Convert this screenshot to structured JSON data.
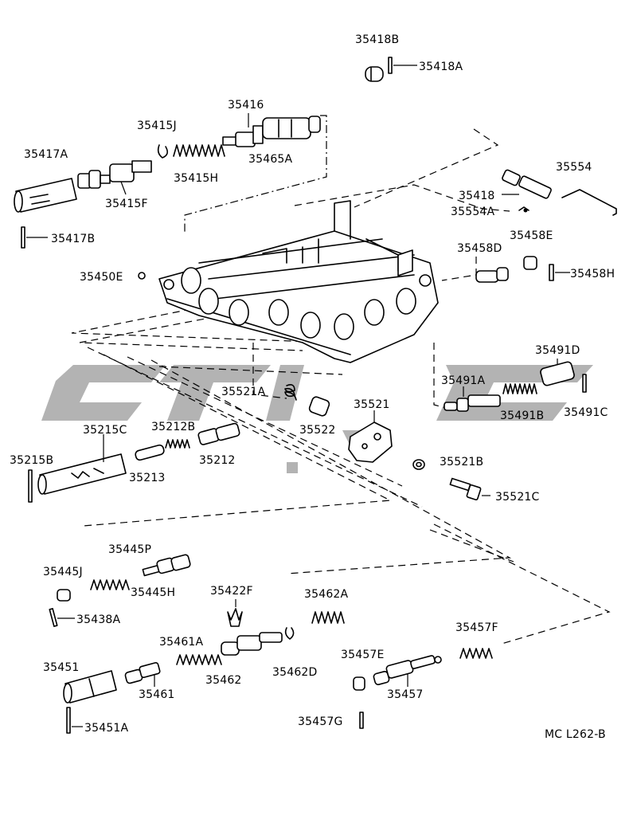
{
  "diagram_code": "MC L262-B",
  "parts": {
    "p35418B": "35418B",
    "p35418A": "35418A",
    "p35416": "35416",
    "p35415J": "35415J",
    "p35417A": "35417A",
    "p35465A": "35465A",
    "p35415H": "35415H",
    "p35415F": "35415F",
    "p35417B": "35417B",
    "p35554": "35554",
    "p35418": "35418",
    "p35554A": "35554A",
    "p35458E": "35458E",
    "p35458D": "35458D",
    "p35458H": "35458H",
    "p35450E": "35450E",
    "p35491D": "35491D",
    "p35491A": "35491A",
    "p35491B": "35491B",
    "p35491C": "35491C",
    "p35521A": "35521A",
    "p35521": "35521",
    "p35522": "35522",
    "p35215C": "35215C",
    "p35212B": "35212B",
    "p35215B": "35215B",
    "p35212": "35212",
    "p35213": "35213",
    "p35521B": "35521B",
    "p35521C": "35521C",
    "p35445P": "35445P",
    "p35445J": "35445J",
    "p35445H": "35445H",
    "p35422F": "35422F",
    "p35462A": "35462A",
    "p35438A": "35438A",
    "p35457F": "35457F",
    "p35461A": "35461A",
    "p35457E": "35457E",
    "p35451": "35451",
    "p35462": "35462",
    "p35462D": "35462D",
    "p35461": "35461",
    "p35457": "35457",
    "p35457G": "35457G",
    "p35451A": "35451A"
  },
  "colors": {
    "line": "#000000",
    "background": "#ffffff",
    "watermark": "#a6a6a6"
  }
}
